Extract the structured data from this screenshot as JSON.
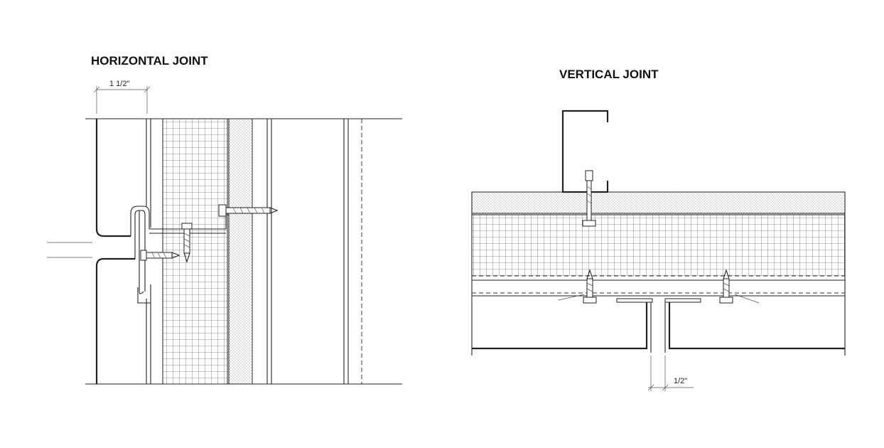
{
  "horizontal_joint": {
    "title": "HORIZONTAL JOINT",
    "dimension": "1 1/2\""
  },
  "vertical_joint": {
    "title": "VERTICAL JOINT",
    "dimension": "1/2\""
  },
  "colors": {
    "line": "#222222",
    "background": "#ffffff"
  }
}
